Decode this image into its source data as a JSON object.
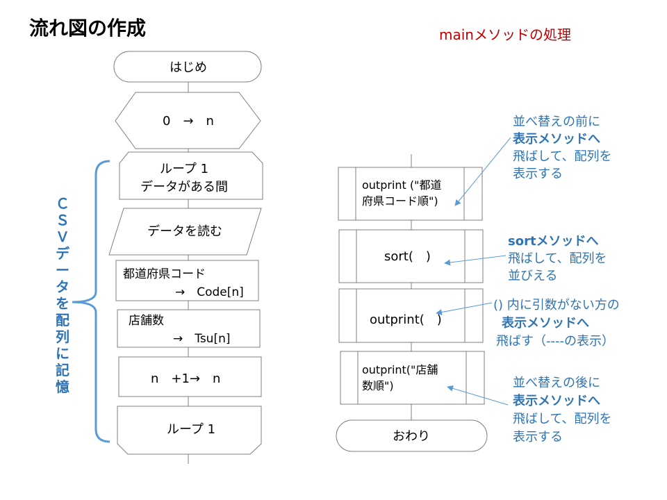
{
  "title": "流れ図の作成",
  "subtitle": "mainメソッドの処理",
  "colors": {
    "title": "#000000",
    "subtitle": "#c00000",
    "note": "#2e74b5",
    "line": "#7f7f7f",
    "shape_stroke": "#7f7f7f",
    "bracket": "#5b9bd5"
  },
  "left_flow": {
    "start": "はじめ",
    "init": "0　→　n",
    "loop_begin": [
      "ループ 1",
      "データがある間"
    ],
    "read": "データを読む",
    "assign_pref": [
      "都道府県コード",
      "→　Code[n]"
    ],
    "assign_tsu": [
      "店舗数",
      "→　Tsu[n]"
    ],
    "increment": "n　+1→　n",
    "loop_end": "ループ 1"
  },
  "side_label": [
    "Ｃ",
    "Ｓ",
    "Ｖ",
    "デ",
    "ー",
    "タ",
    "を",
    "配",
    "列",
    "に",
    "記",
    "憶"
  ],
  "right_flow": {
    "proc1": [
      "outprint (\"都道",
      "府県コード順\")"
    ],
    "proc2": "sort(　)",
    "proc3": "outprint(　)",
    "proc4": [
      "outprint(\"店舗",
      "数順\")"
    ],
    "end": "おわり"
  },
  "notes": {
    "note1": [
      "並べ替えの前に",
      "表示メソッドへ",
      "飛ばして、配列を",
      "表示する"
    ],
    "note2": [
      "sortメソッドへ",
      "飛ばして、配列を",
      "並びえる"
    ],
    "note3": [
      "()  内に引数がない方の",
      "表示メソッドへ",
      "飛ばす（----の表示）"
    ],
    "note4": [
      "並べ替えの後に",
      "表示メソッドへ",
      "飛ばして、配列を",
      "表示する"
    ]
  }
}
